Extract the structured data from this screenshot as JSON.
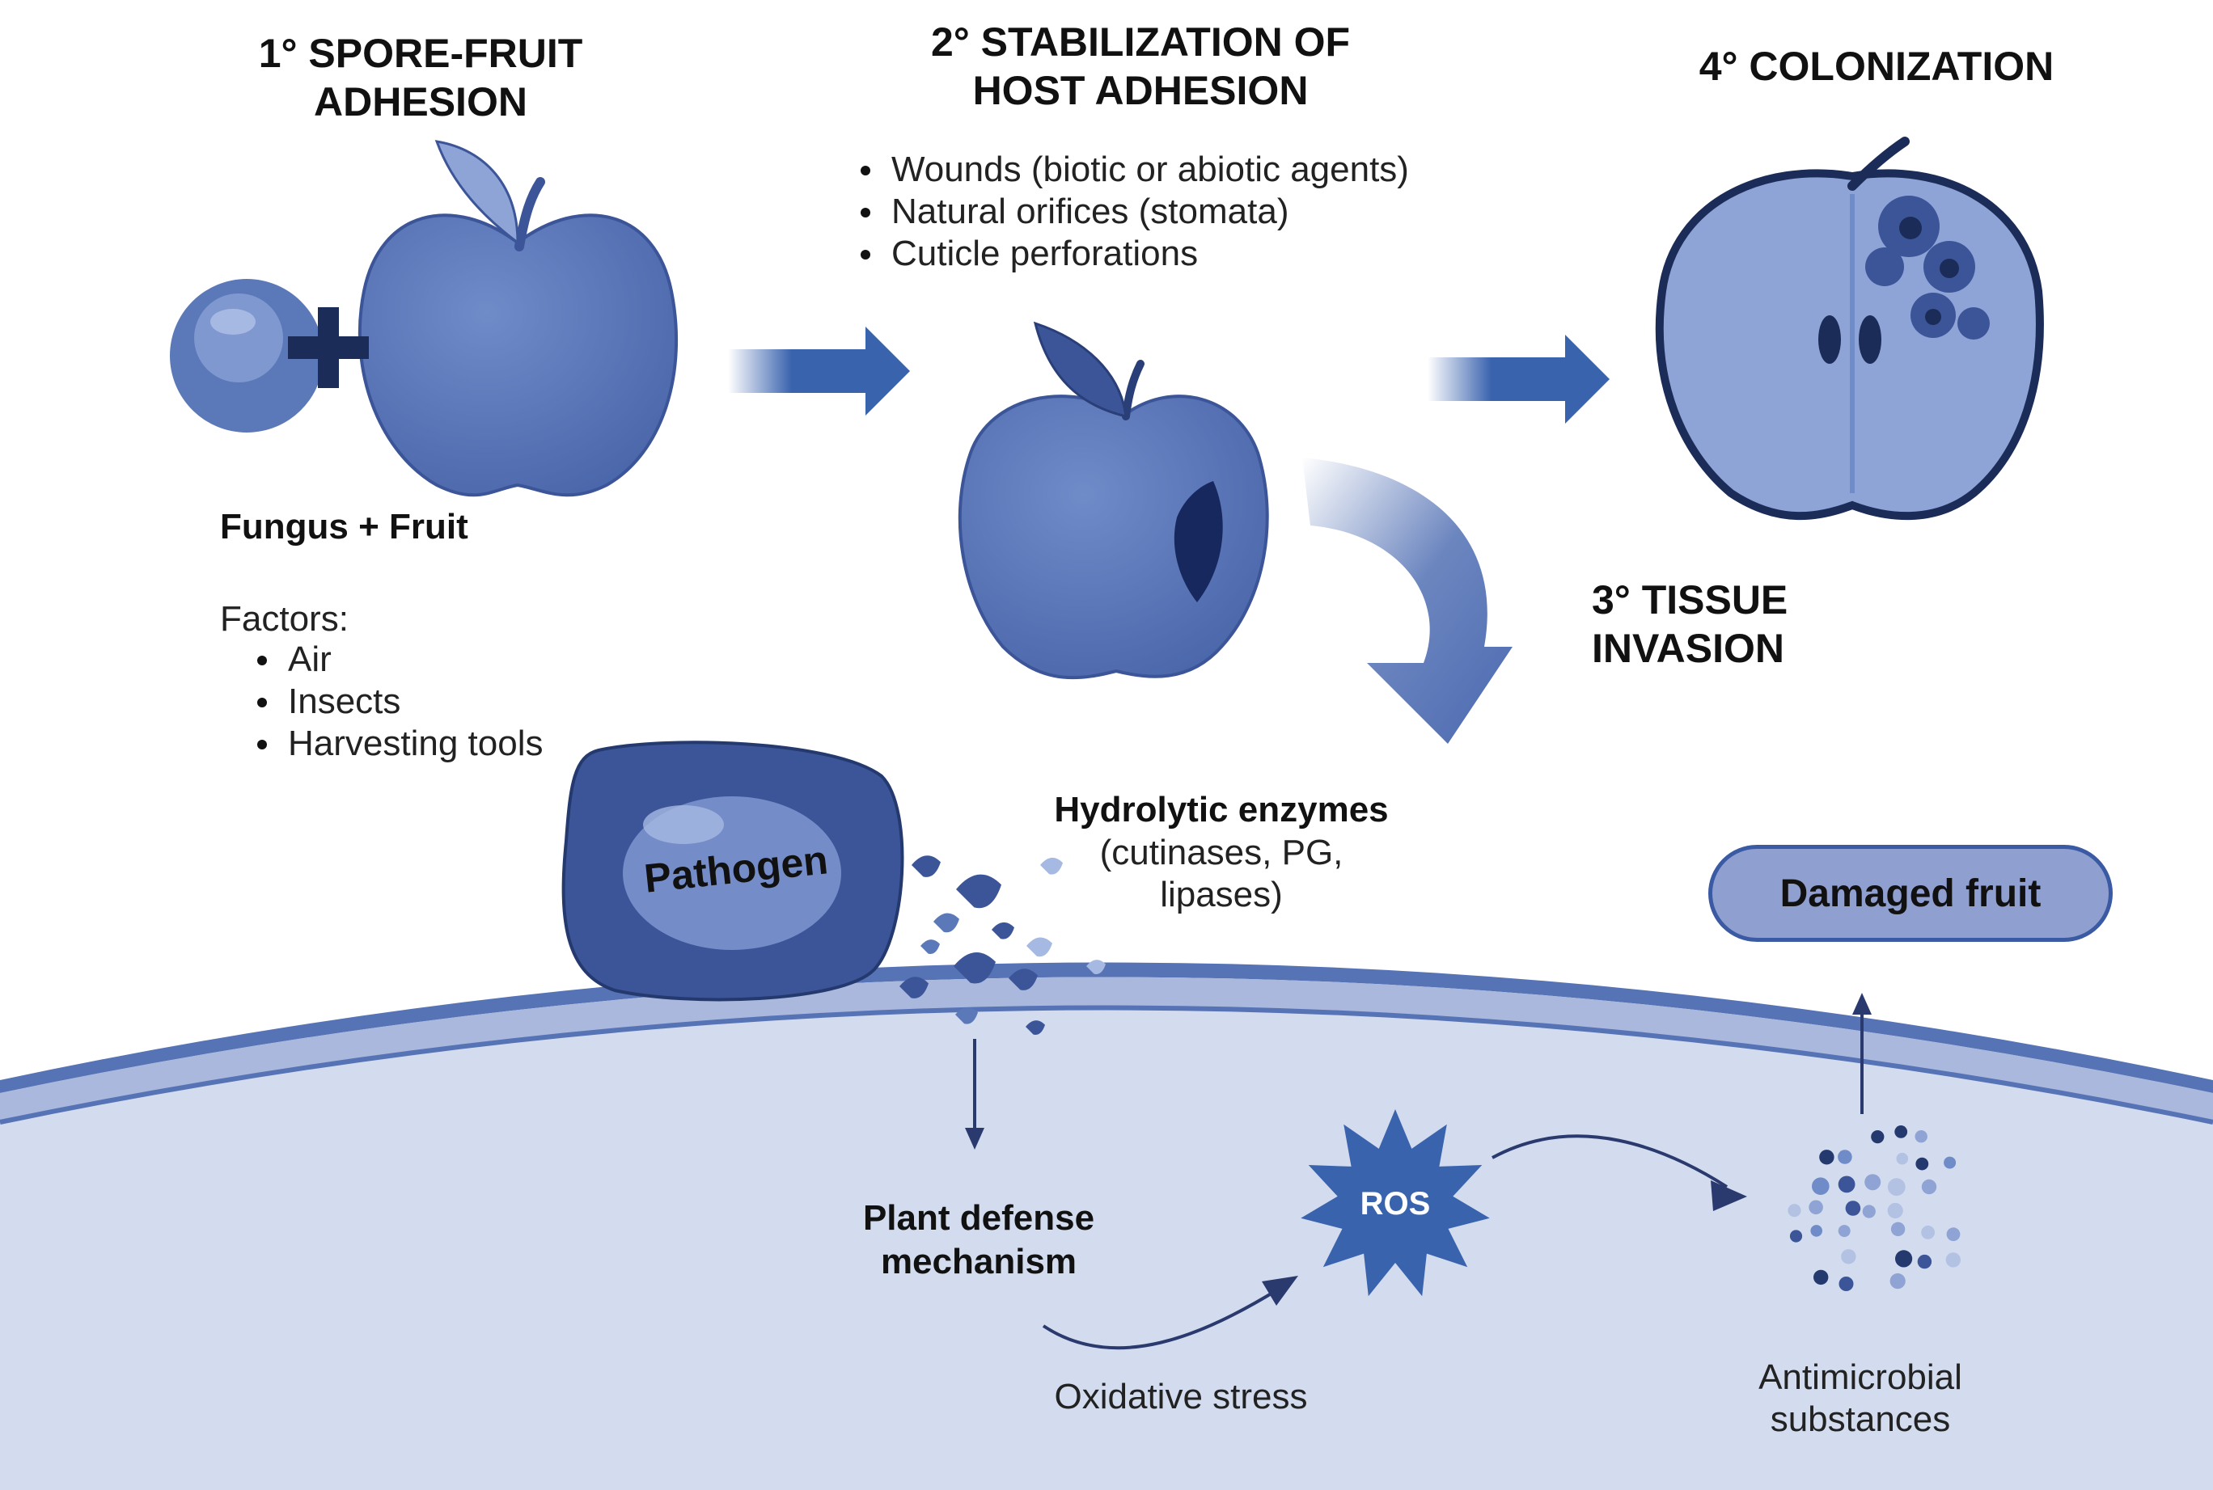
{
  "steps": {
    "step1": {
      "line1": "1° SPORE-FRUIT",
      "line2": "ADHESION"
    },
    "step2": {
      "line1": "2° STABILIZATION OF",
      "line2": "HOST ADHESION"
    },
    "step3": {
      "line1": "3° TISSUE",
      "line2": "INVASION"
    },
    "step4": {
      "line1": "4° COLONIZATION"
    }
  },
  "adhesion_routes": [
    "Wounds (biotic or abiotic agents)",
    "Natural orifices (stomata)",
    "Cuticle perforations"
  ],
  "fungus_fruit": {
    "label": "Fungus + Fruit",
    "factors_title": "Factors:",
    "factors": [
      "Air",
      "Insects",
      "Harvesting tools"
    ]
  },
  "pathogen": {
    "label": "Pathogen"
  },
  "enzymes": {
    "title": "Hydrolytic enzymes",
    "line1": "(cutinases, PG,",
    "line2": "lipases)"
  },
  "defense": {
    "line1": "Plant defense",
    "line2": "mechanism"
  },
  "ros": {
    "label": "ROS"
  },
  "oxidative": {
    "label": "Oxidative stress"
  },
  "antimicrobial": {
    "line1": "Antimicrobial",
    "line2": "substances"
  },
  "damaged": {
    "label": "Damaged fruit"
  },
  "colors": {
    "apple": "#5b78b8",
    "apple_dark": "#3b5598",
    "navy": "#1c2c58",
    "arrow": "#3a63ae",
    "membrane_outer": "#5673b6",
    "membrane_inner": "#a9b8dc",
    "cell": "#d3dcee",
    "pill": "#8f9fd0"
  }
}
